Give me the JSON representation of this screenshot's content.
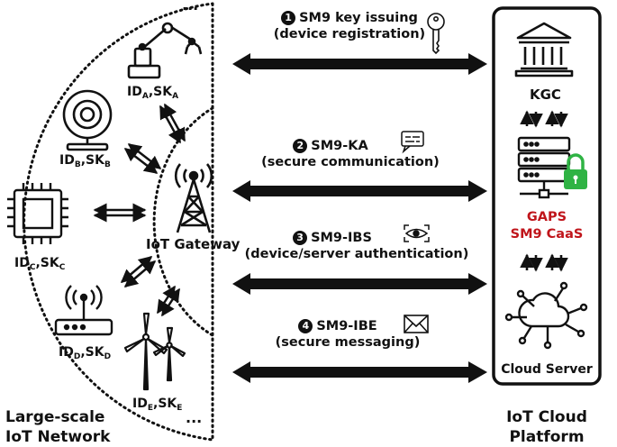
{
  "network": {
    "title_line1": "Large-scale",
    "title_line2": "IoT Network",
    "ellipsis": "...",
    "gateway_label": "IoT Gateway"
  },
  "devices": [
    {
      "id": "ID",
      "sub_id": "A",
      "sk": "SK",
      "sub_sk": "A",
      "icon": "robot-arm-icon"
    },
    {
      "id": "ID",
      "sub_id": "B",
      "sk": "SK",
      "sub_sk": "B",
      "icon": "webcam-icon"
    },
    {
      "id": "ID",
      "sub_id": "C",
      "sk": "SK",
      "sub_sk": "C",
      "icon": "chip-icon"
    },
    {
      "id": "ID",
      "sub_id": "D",
      "sk": "SK",
      "sub_sk": "D",
      "icon": "router-icon"
    },
    {
      "id": "ID",
      "sub_id": "E",
      "sk": "SK",
      "sub_sk": "E",
      "icon": "wind-turbine-icon"
    }
  ],
  "steps": [
    {
      "num": "1",
      "name": "SM9 key issuing",
      "desc": "(device registration)",
      "icon": "key-icon"
    },
    {
      "num": "2",
      "name": "SM9-KA",
      "desc": "(secure communication)",
      "icon": "chat-icon"
    },
    {
      "num": "3",
      "name": "SM9-IBS",
      "desc": "(device/server authentication)",
      "icon": "eye-scan-icon"
    },
    {
      "num": "4",
      "name": "SM9-IBE",
      "desc": "(secure messaging)",
      "icon": "envelope-icon"
    }
  ],
  "platform": {
    "title_line1": "IoT Cloud",
    "title_line2": "Platform",
    "kgc": "KGC",
    "gaps_line1": "GAPS",
    "gaps_line2": "SM9 CaaS",
    "cloud_server": "Cloud Server"
  },
  "colors": {
    "highlight": "#c0151b",
    "lock": "#2fb344",
    "line": "#111111"
  }
}
